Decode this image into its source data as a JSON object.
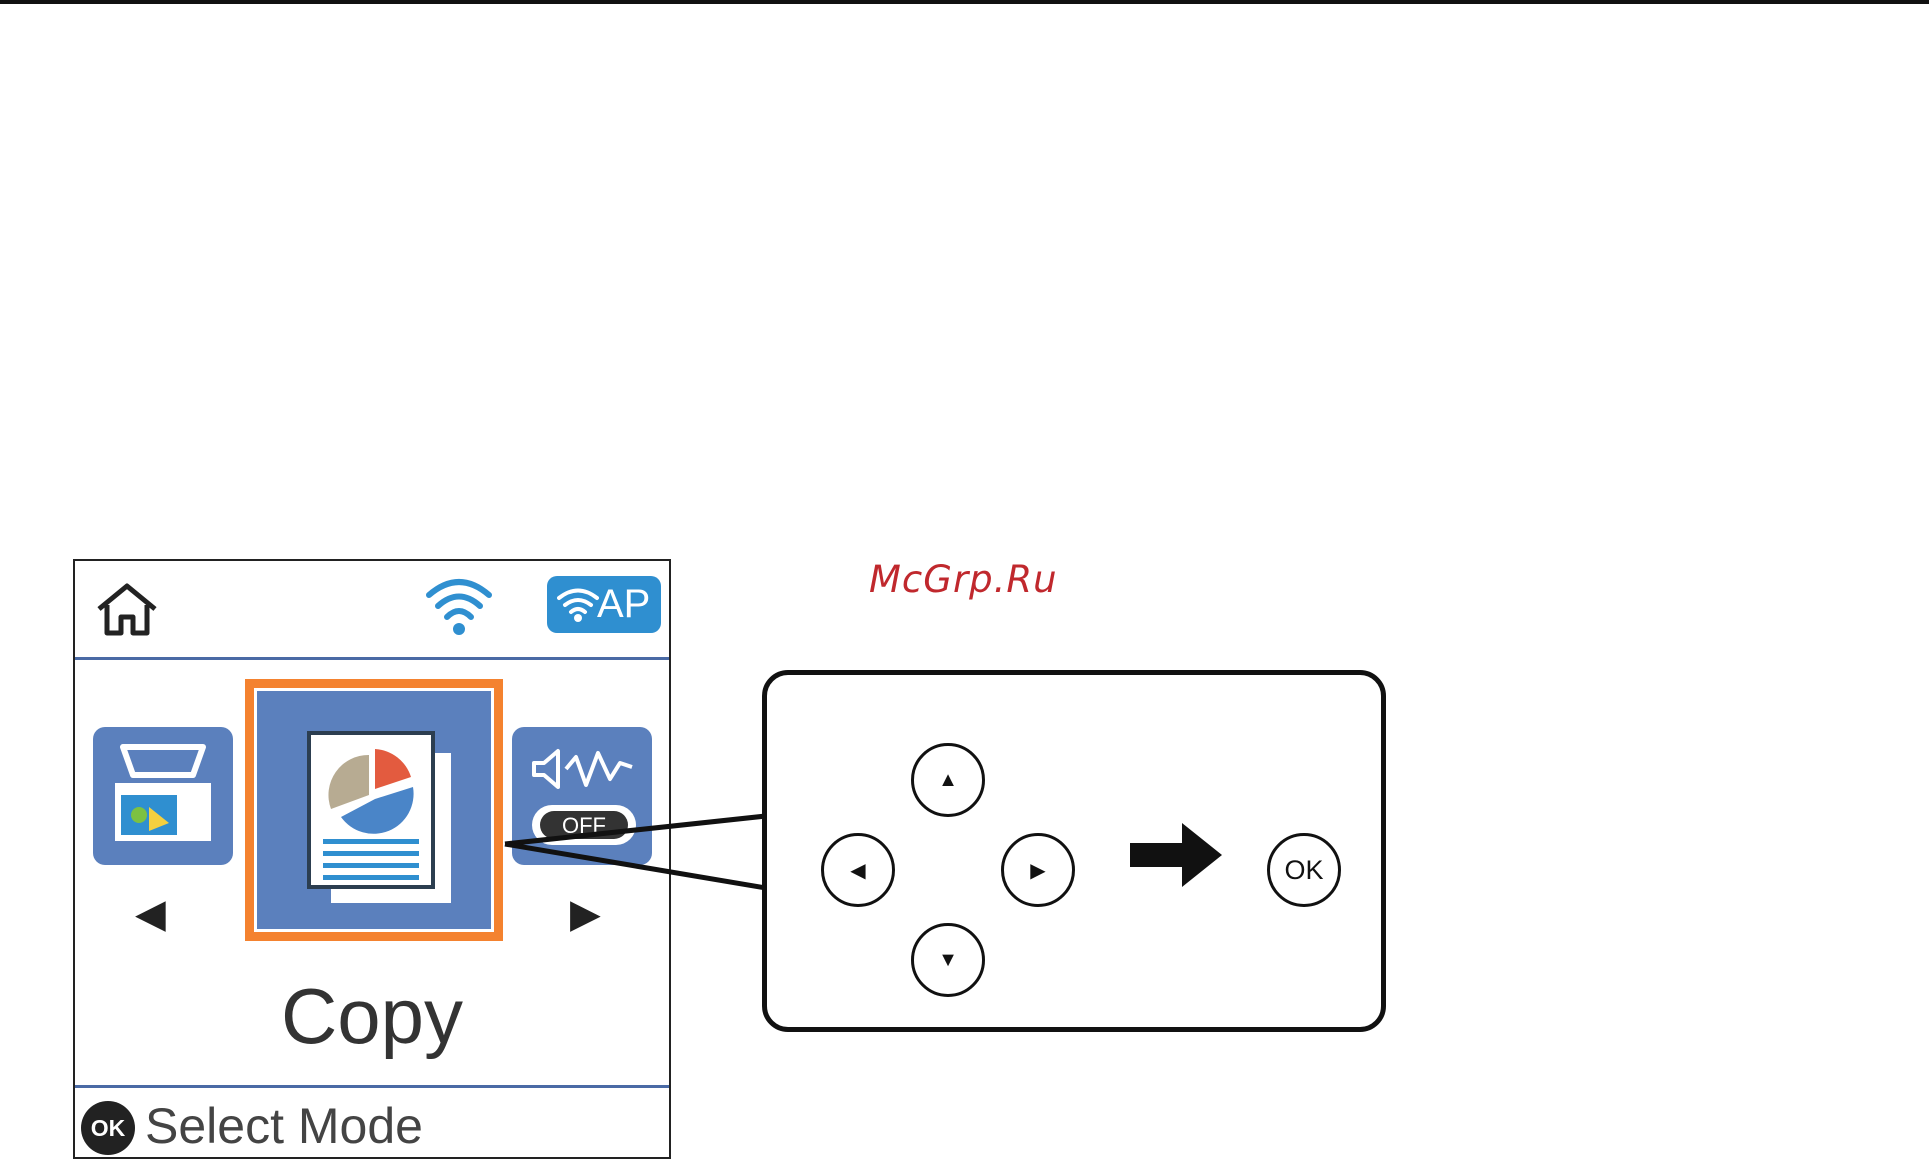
{
  "watermark": "McGrp.Ru",
  "lcd": {
    "status_bar": {
      "home_icon": "home-icon",
      "wifi_icon": "wifi-icon",
      "ap_badge_label": "AP",
      "ap_color": "#2f8fd0"
    },
    "modes": [
      {
        "icon": "scan-icon",
        "position": "left"
      },
      {
        "icon": "copy-icon",
        "position": "center",
        "selected": true
      },
      {
        "icon": "sound-off-icon",
        "position": "right"
      }
    ],
    "prev_arrow": "◀",
    "next_arrow": "▶",
    "current_mode_label": "Copy",
    "footer": {
      "ok_badge": "OK",
      "instruction": "Select Mode"
    },
    "colors": {
      "tile": "#5b80bd",
      "selection": "#f4822f",
      "divider": "#4a6aa5"
    }
  },
  "keypad": {
    "up": "▲",
    "down": "▼",
    "left": "◀",
    "right": "▶",
    "ok": "OK",
    "flow_arrow_icon": "right-arrow-icon"
  }
}
